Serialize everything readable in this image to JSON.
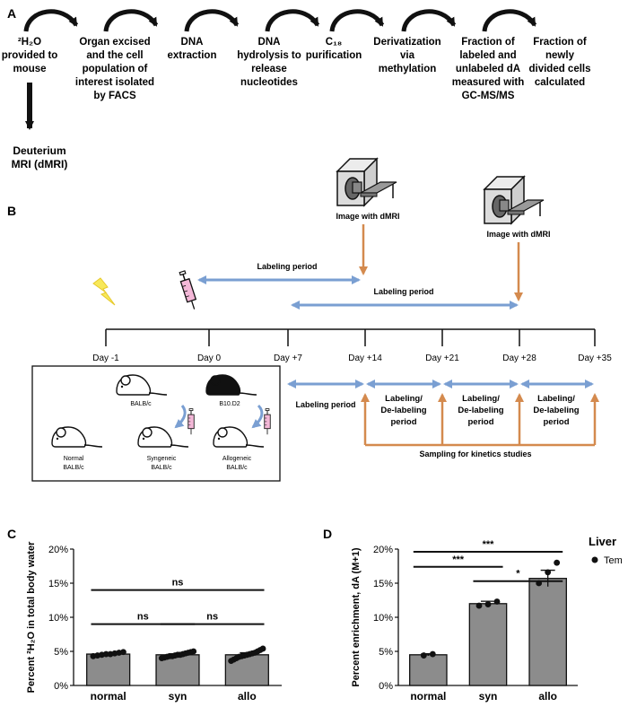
{
  "panel_a": {
    "label": "A",
    "steps": [
      {
        "lines": [
          "²H₂O",
          "provided to",
          "mouse"
        ]
      },
      {
        "lines": [
          "Organ excised",
          "and the cell",
          "population of",
          "interest isolated",
          "by FACS"
        ]
      },
      {
        "lines": [
          "DNA",
          "extraction"
        ]
      },
      {
        "lines": [
          "DNA",
          "hydrolysis to",
          "release",
          "nucleotides"
        ]
      },
      {
        "lines": [
          "C₁₈",
          "purification"
        ]
      },
      {
        "lines": [
          "Derivatization",
          "via",
          "methylation"
        ]
      },
      {
        "lines": [
          "Fraction of",
          "labeled and",
          "unlabeled dA",
          "measured with",
          "GC-MS/MS"
        ]
      },
      {
        "lines": [
          "Fraction of",
          "newly",
          "divided cells",
          "calculated"
        ]
      }
    ],
    "side_result": [
      "Deuterium",
      "MRI (dMRI)"
    ]
  },
  "panel_b": {
    "label": "B",
    "scanner_label": "Image with dMRI",
    "labeling_period": "Labeling period",
    "timeline": [
      {
        "day": "Day -1",
        "event": "XRT"
      },
      {
        "day": "Day 0",
        "event": "BMT"
      },
      {
        "day": "Day +7",
        "event": ""
      },
      {
        "day": "Day +14",
        "event": ""
      },
      {
        "day": "Day +21",
        "event": ""
      },
      {
        "day": "Day +28",
        "event": ""
      },
      {
        "day": "Day +35",
        "event": ""
      }
    ],
    "delabel_lines": [
      "Labeling/",
      "De-labeling",
      "period"
    ],
    "sampling_label": "Sampling for kinetics studies",
    "mice": {
      "donor_1": "BALB/c",
      "donor_2": "B10.D2",
      "normal": [
        "Normal",
        "BALB/c"
      ],
      "syngeneic": [
        "Syngeneic",
        "BALB/c"
      ],
      "allogeneic": [
        "Allogeneic",
        "BALB/c"
      ]
    }
  },
  "colors": {
    "blue_arrow": "#7a9fd2",
    "orange": "#d48a4e",
    "bar": "#8c8c8c",
    "black": "#111111"
  },
  "chart_data": [
    {
      "panel": "C",
      "type": "bar",
      "categories": [
        "normal",
        "syn",
        "allo"
      ],
      "values": [
        4.6,
        4.5,
        4.5
      ],
      "errors": [
        0.15,
        0.15,
        0.3
      ],
      "points": [
        [
          4.3,
          4.4,
          4.5,
          4.6,
          4.6,
          4.7,
          4.8,
          4.9
        ],
        [
          4.0,
          4.1,
          4.2,
          4.3,
          4.3,
          4.4,
          4.5,
          4.5,
          4.6,
          4.7,
          4.8,
          4.9,
          5.0
        ],
        [
          3.6,
          3.8,
          4.0,
          4.2,
          4.3,
          4.4,
          4.5,
          4.6,
          4.7,
          4.8,
          5.0,
          5.2,
          5.4
        ]
      ],
      "ylabel": "Percent ²H₂O in total body water",
      "ylim": [
        0,
        20
      ],
      "yticks": [
        "0%",
        "5%",
        "10%",
        "15%",
        "20%"
      ],
      "significance": [
        {
          "from": 0,
          "to": 2,
          "text": "ns",
          "level": 14
        },
        {
          "from": 0,
          "to": 1,
          "text": "ns",
          "level": 9
        },
        {
          "from": 1,
          "to": 2,
          "text": "ns",
          "level": 9
        }
      ]
    },
    {
      "panel": "D",
      "type": "bar",
      "categories": [
        "normal",
        "syn",
        "allo"
      ],
      "values": [
        4.5,
        12.0,
        15.7
      ],
      "errors": [
        0.15,
        0.35,
        1.2
      ],
      "points": [
        [
          4.4,
          4.6
        ],
        [
          11.7,
          11.9,
          12.3
        ],
        [
          15.0,
          16.6,
          18.0
        ]
      ],
      "ylabel": "Percent enrichment, dA (M+1)",
      "ylim": [
        0,
        20
      ],
      "yticks": [
        "0%",
        "5%",
        "10%",
        "15%",
        "20%"
      ],
      "significance": [
        {
          "from": 0,
          "to": 2,
          "text": "***",
          "level": 19.6
        },
        {
          "from": 0,
          "to": 1,
          "text": "***",
          "level": 17.4
        },
        {
          "from": 1,
          "to": 2,
          "text": "*",
          "level": 15.3
        }
      ],
      "legend": {
        "title": "Liver",
        "entries": [
          "Tem"
        ]
      }
    }
  ]
}
